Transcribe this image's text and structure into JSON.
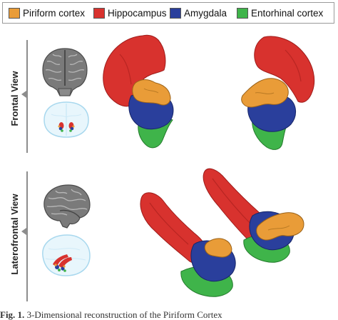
{
  "legend": [
    {
      "label": "Piriform cortex",
      "color": "#e99c38"
    },
    {
      "label": "Hippocampus",
      "color": "#d8322e"
    },
    {
      "label": "Amygdala",
      "color": "#2a3f9c"
    },
    {
      "label": "Entorhinal cortex",
      "color": "#3fb44a"
    }
  ],
  "views": {
    "frontal": {
      "label": "Frontal View"
    },
    "laterofrontal": {
      "label": "Laterofrontal View"
    }
  },
  "caption": {
    "prefix": "Fig. 1.",
    "text": "3-Dimensional reconstruction of the Piriform Cortex"
  },
  "colors": {
    "piriform": "#e99c38",
    "hippocampus": "#d8322e",
    "amygdala": "#2a3f9c",
    "entorhinal": "#3fb44a",
    "brain": "#7c7c7c",
    "glass": "#bfe4f4",
    "divider": "#8d8d8d"
  },
  "icons": [
    "brain-frontal-icon",
    "glass-brain-frontal-icon",
    "brain-lateral-icon",
    "glass-brain-lateral-icon"
  ]
}
